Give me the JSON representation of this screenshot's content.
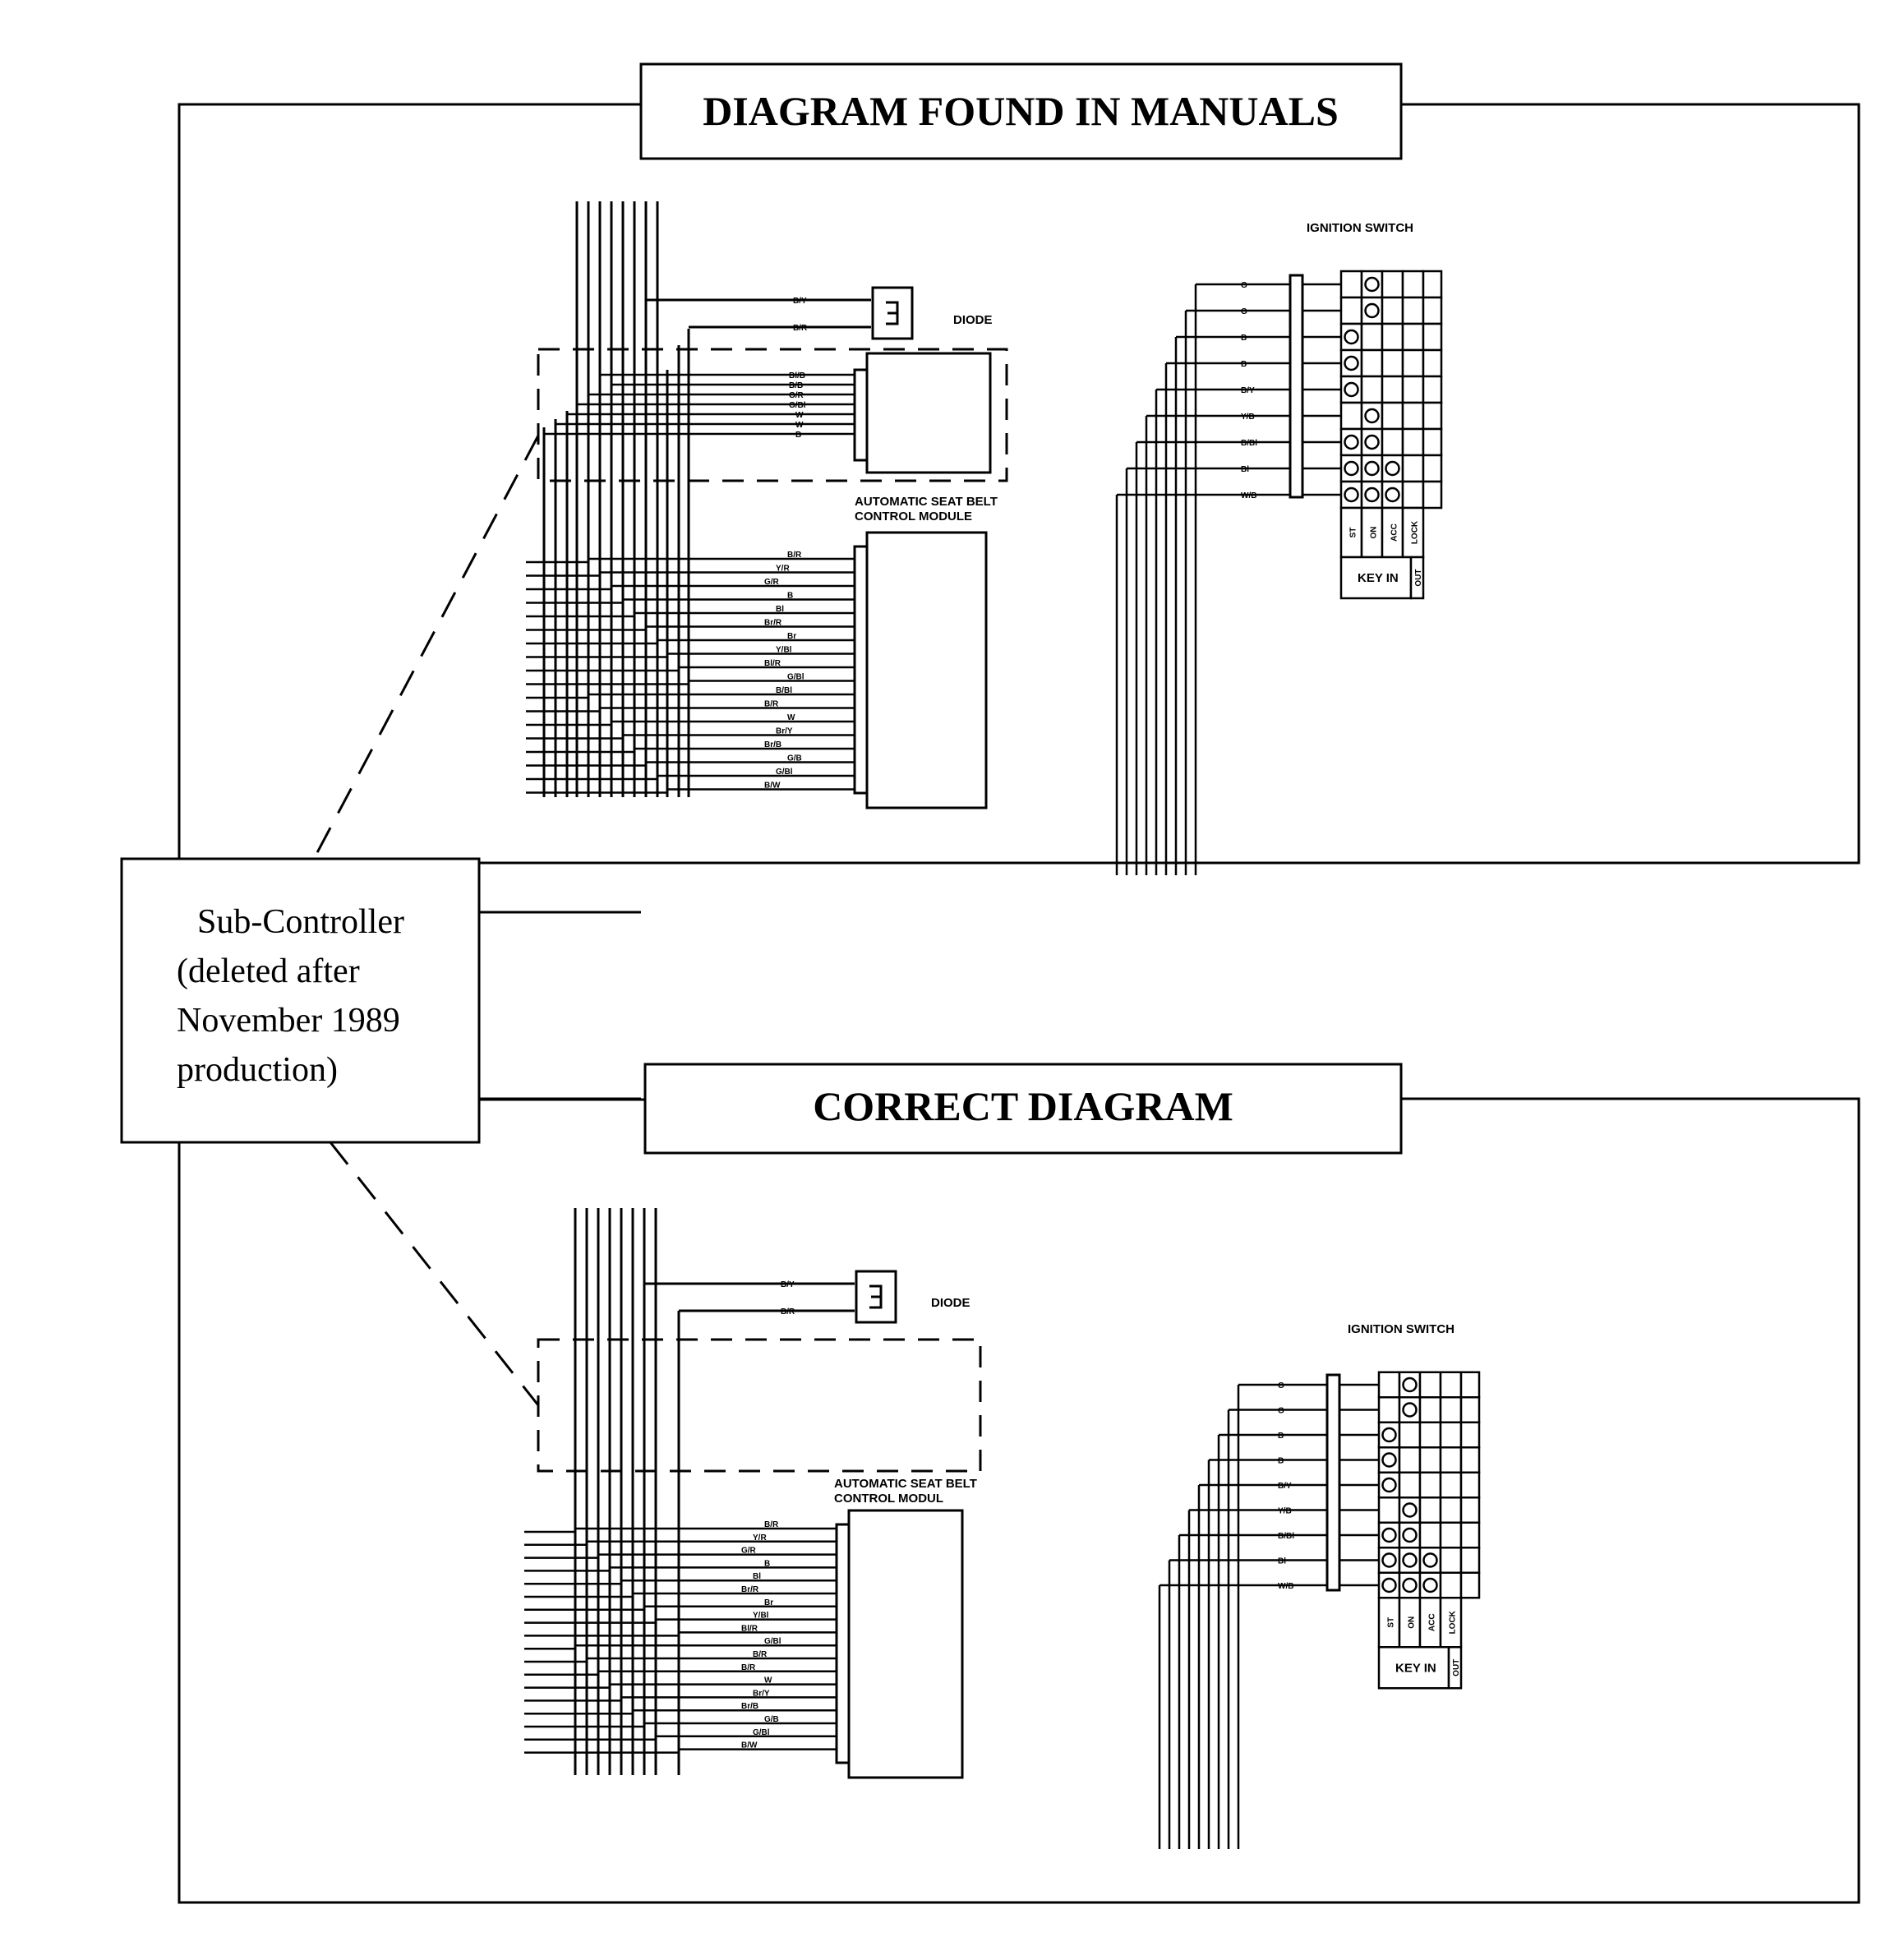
{
  "top_panel": {
    "title": "DIAGRAM FOUND IN MANUALS",
    "diode_label": "DIODE",
    "module_label_lines": [
      "AUTOMATIC SEAT BELT",
      "CONTROL MODULE"
    ],
    "ignition_label": "IGNITION SWITCH",
    "diode_wires": [
      "B/Y",
      "B/R"
    ],
    "subcontroller_wires": [
      "Bl/B",
      "B/B",
      "G/R",
      "G/Bl",
      "W",
      "W",
      "B"
    ],
    "module_wires": [
      "B/R",
      "Y/R",
      "G/R",
      "B",
      "Bl",
      "Br/R",
      "Br",
      "Y/Bl",
      "Bl/R",
      "G/Bl",
      "B/Bl",
      "B/R",
      "W",
      "Br/Y",
      "Br/B",
      "G/B",
      "G/Bl",
      "B/W"
    ],
    "ignition_wires": [
      "G",
      "G",
      "B",
      "B",
      "B/Y",
      "Y/B",
      "B/Bl",
      "Bl",
      "W/B"
    ],
    "switch_positions": [
      "ST",
      "ON",
      "ACC",
      "LOCK"
    ],
    "key_in": "KEY IN",
    "key_out": "OUT"
  },
  "bottom_panel": {
    "title": "CORRECT DIAGRAM",
    "diode_label": "DIODE",
    "module_label_lines": [
      "AUTOMATIC SEAT BELT",
      "CONTROL MODUL"
    ],
    "ignition_label": "IGNITION SWITCH",
    "diode_wires": [
      "B/Y",
      "B/R"
    ],
    "module_wires": [
      "B/R",
      "Y/R",
      "G/R",
      "B",
      "Bl",
      "Br/R",
      "Br",
      "Y/Bl",
      "Bl/R",
      "G/Bl",
      "B/R",
      "B/R",
      "W",
      "Br/Y",
      "Br/B",
      "G/B",
      "G/Bl",
      "B/W"
    ],
    "ignition_wires": [
      "G",
      "G",
      "B",
      "B",
      "B/Y",
      "Y/B",
      "B/Bl",
      "Bl",
      "W/B"
    ],
    "switch_positions": [
      "ST",
      "ON",
      "ACC",
      "LOCK"
    ],
    "key_in": "KEY IN",
    "key_out": "OUT"
  },
  "callout": {
    "lines": [
      "Sub-Controller",
      "(deleted after",
      "November 1989",
      "production)"
    ]
  },
  "colors": {
    "ink": "#000000",
    "paper": "#ffffff"
  }
}
